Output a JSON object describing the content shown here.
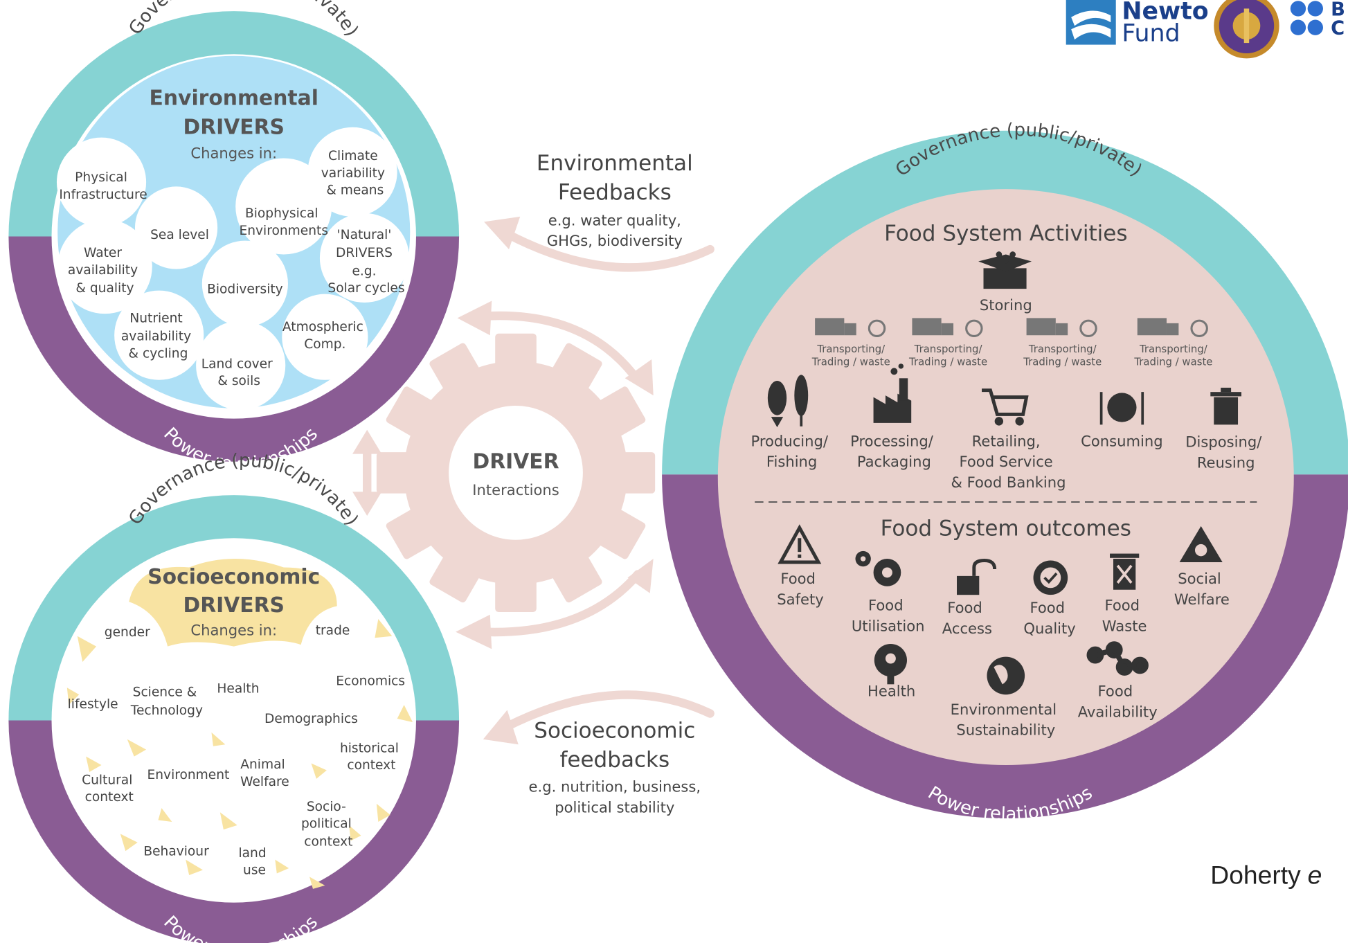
{
  "logos": {
    "newton_line1": "Newto",
    "newton_line2": "Fund",
    "british_council_line1": "B",
    "british_council_line2": "C"
  },
  "citation": {
    "author": "Doherty",
    "etal": "e"
  },
  "rings": {
    "governance": "Governance (public/private)",
    "power": "Power relationships"
  },
  "environmental": {
    "title1": "Environmental",
    "title2": "DRIVERS",
    "changes": "Changes in:",
    "items": {
      "physical_infrastructure": [
        "Physical",
        "Infrastructure"
      ],
      "climate": [
        "Climate",
        "variability",
        "& means"
      ],
      "biophysical": [
        "Biophysical",
        "Environments"
      ],
      "sea_level": [
        "Sea level"
      ],
      "natural": [
        "'Natural'",
        "DRIVERS",
        "e.g.",
        "Solar cycles"
      ],
      "water": [
        "Water",
        "availability",
        "& quality"
      ],
      "biodiversity": [
        "Biodiversity"
      ],
      "nutrient": [
        "Nutrient",
        "availability",
        "& cycling"
      ],
      "atmospheric": [
        "Atmospheric",
        "Comp."
      ],
      "land_cover": [
        "Land cover",
        "& soils"
      ]
    }
  },
  "socioeconomic": {
    "title1": "Socioeconomic",
    "title2": "DRIVERS",
    "changes": "Changes in:",
    "items": {
      "gender": [
        "gender"
      ],
      "trade": [
        "trade"
      ],
      "economics": [
        "Economics"
      ],
      "lifestyle": [
        "lifestyle"
      ],
      "science": [
        "Science &",
        "Technology"
      ],
      "health": [
        "Health"
      ],
      "demographics": [
        "Demographics"
      ],
      "historical": [
        "historical",
        "context"
      ],
      "cultural": [
        "Cultural",
        "context"
      ],
      "environment": [
        "Environment"
      ],
      "animal": [
        "Animal",
        "Welfare"
      ],
      "sociopolitical": [
        "Socio-",
        "political",
        "context"
      ],
      "behaviour": [
        "Behaviour"
      ],
      "land_use": [
        "land",
        "use"
      ]
    }
  },
  "driver": {
    "title": "DRIVER",
    "sub": "Interactions"
  },
  "env_feedbacks": {
    "title1": "Environmental",
    "title2": "Feedbacks",
    "sub1": "e.g. water quality,",
    "sub2": "GHGs, biodiversity"
  },
  "socio_feedbacks": {
    "title1": "Socioeconomic",
    "title2": "feedbacks",
    "sub1": "e.g. nutrition, business,",
    "sub2": "political stability"
  },
  "food_system": {
    "activities_title": "Food System Activities",
    "storing": "Storing",
    "transport": [
      "Transporting/",
      "Trading / waste"
    ],
    "activities": {
      "producing": [
        "Producing/",
        "Fishing"
      ],
      "processing": [
        "Processing/",
        "Packaging"
      ],
      "retailing": [
        "Retailing,",
        "Food Service",
        "& Food Banking"
      ],
      "consuming": [
        "Consuming"
      ],
      "disposing": [
        "Disposing/",
        "Reusing"
      ]
    },
    "outcomes_title": "Food System outcomes",
    "outcomes": {
      "safety": [
        "Food",
        "Safety"
      ],
      "utilisation": [
        "Food",
        "Utilisation"
      ],
      "access": [
        "Food",
        "Access"
      ],
      "quality": [
        "Food",
        "Quality"
      ],
      "waste": [
        "Food",
        "Waste"
      ],
      "social": [
        "Social",
        "Welfare"
      ],
      "health": [
        "Health"
      ],
      "env_sustainability": [
        "Environmental",
        "Sustainability"
      ],
      "availability": [
        "Food",
        "Availability"
      ]
    }
  },
  "colors": {
    "teal": "#86d3d3",
    "purple": "#8a5c94",
    "light_blue": "#aee0f6",
    "yellow": "#f8e3a2",
    "pink": "#e9d2cd",
    "arrow": "#efd8d3"
  }
}
